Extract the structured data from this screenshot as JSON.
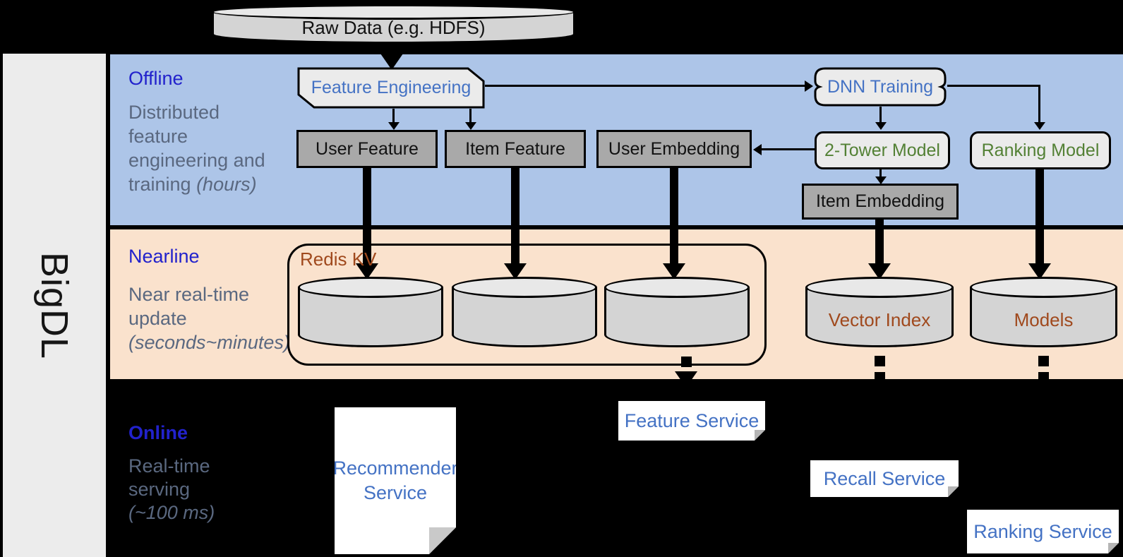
{
  "colors": {
    "background": "#000000",
    "band_offline": "#adc5e8",
    "band_nearline": "#fae2cd",
    "section_title_blue": "#2222cc",
    "section_subtitle_gray": "#5a6880",
    "node_text_blue": "#4472c4",
    "node_text_green": "#538135",
    "node_text_brown": "#a0491d",
    "box_dark_gray": "#a9a9a9",
    "box_light_gray": "#ebebeb",
    "cylinder_gray": "#d4d4d4",
    "service_white": "#ffffff"
  },
  "sidebar": {
    "brand": "BigDL"
  },
  "raw_data": {
    "label": "Raw Data (e.g. HDFS)"
  },
  "sections": {
    "offline": {
      "title": "Offline",
      "lines": [
        "Distributed",
        "feature",
        "engineering and"
      ],
      "last": {
        "text": "training ",
        "italic": "(hours)"
      }
    },
    "nearline": {
      "title": "Nearline",
      "lines": [
        "Near real-time",
        "update"
      ],
      "last": {
        "text": "",
        "italic": "(seconds~minutes)"
      }
    },
    "online": {
      "title": "Online",
      "lines": [
        "Real-time",
        "serving"
      ],
      "last": {
        "text": "",
        "italic": "(~100 ms)"
      }
    }
  },
  "nodes": {
    "feature_engineering": "Feature Engineering",
    "dnn_training": "DNN Training",
    "user_feature": "User Feature",
    "item_feature": "Item Feature",
    "user_embedding": "User Embedding",
    "two_tower_model": "2-Tower Model",
    "ranking_model": "Ranking Model",
    "item_embedding": "Item Embedding",
    "redis_kv": "Redis KV",
    "vector_index": "Vector Index",
    "models": "Models",
    "recommender_service": "Recommender Service",
    "feature_service": "Feature Service",
    "recall_service": "Recall Service",
    "ranking_service": "Ranking Service"
  }
}
